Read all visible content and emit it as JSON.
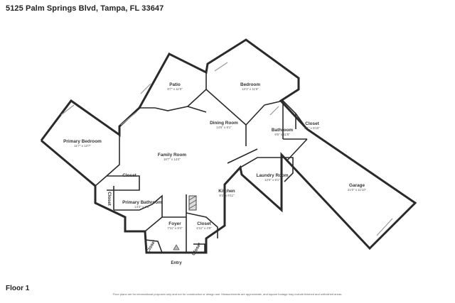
{
  "title": "5125 Palm Springs Blvd, Tampa, FL 33647",
  "floor_label": "Floor 1",
  "disclaimer": "Floor plans are for informational purposes only and not for construction or design use. Measurements are approximate, and square footage may include finished and unfinished areas.",
  "entry_label": "Entry",
  "rooms": {
    "patio": {
      "name": "Patio",
      "dims": "8'7\" x 11'5\""
    },
    "bedroom": {
      "name": "Bedroom",
      "dims": "13'1\" x 11'6\""
    },
    "primary_bedroom": {
      "name": "Primary Bedroom",
      "dims": "11'7\" x 13'7\""
    },
    "dining_room": {
      "name": "Dining Room",
      "dims": "14'5\" x 6'1\""
    },
    "bathroom": {
      "name": "Bathroom",
      "dims": "9'5\" x 11'8\""
    },
    "closet_bedroom": {
      "name": "Closet",
      "dims": "6'1\" x 5'10\""
    },
    "family_room": {
      "name": "Family Room",
      "dims": "18'7\" x 14'4\""
    },
    "closet_primary": {
      "name": "Closet"
    },
    "closet_small_left": {
      "name": "Closet"
    },
    "primary_bathroom": {
      "name": "Primary Bathroom",
      "dims": "14'2\" x 8'3\""
    },
    "laundry_room": {
      "name": "Laundry Room",
      "dims": "12'0\" x 6'1\""
    },
    "garage": {
      "name": "Garage",
      "dims": "21'0\" x 11'10\""
    },
    "kitchen": {
      "name": "Kitchen",
      "dims": "9'2\" x 9'11\""
    },
    "foyer": {
      "name": "Foyer",
      "dims": "7'11\" x 9'4\""
    },
    "closet_kitchen": {
      "name": "Closet",
      "dims": "6'11\" x 4'9\""
    },
    "closet_foyer_left": {
      "name": "Closet"
    },
    "closet_foyer_right": {
      "name": "Closet"
    }
  }
}
